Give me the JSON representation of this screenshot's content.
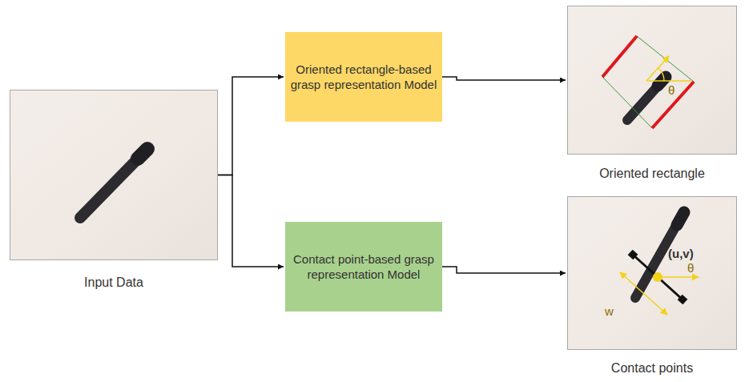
{
  "diagram": {
    "nodes": [
      {
        "text": [
          "Input Data"
        ]
      },
      {
        "text": [
          "Oriented rectangle-based grasp representation Model"
        ]
      },
      {
        "text": [
          "Oriented rectangle"
        ]
      },
      {
        "text": [
          "Contact point-based grasp representation Model"
        ]
      },
      {
        "text": [
          "Contact points"
        ]
      }
    ],
    "edges": [
      {
        "from": 0,
        "to": 1,
        "arrow": "to"
      },
      {
        "from": 1,
        "to": 2,
        "arrow": "to"
      },
      {
        "from": 0,
        "to": 3,
        "arrow": "to"
      },
      {
        "from": 3,
        "to": 4,
        "arrow": "to"
      }
    ],
    "labels": [
      "θ",
      "(u,v)",
      "w",
      "θ"
    ]
  }
}
